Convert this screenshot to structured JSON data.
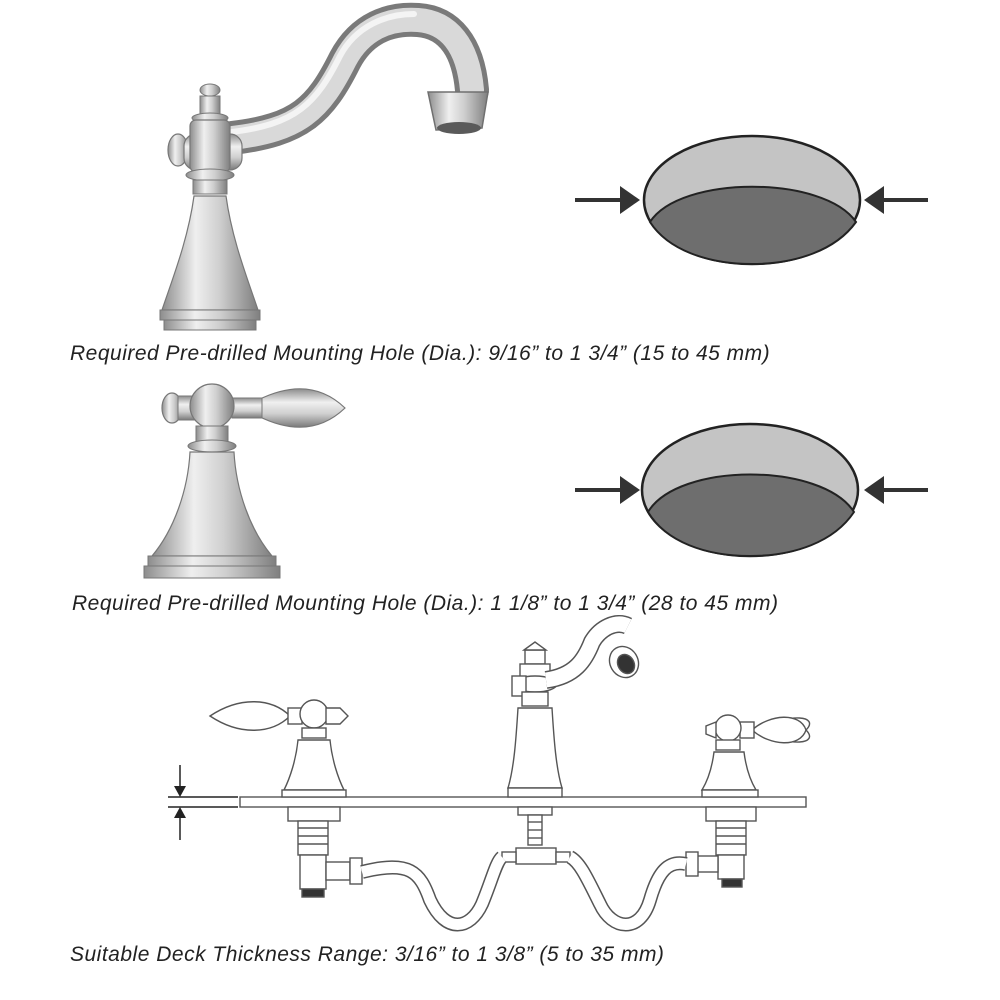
{
  "sections": [
    {
      "id": "spout",
      "caption": "Required Pre-drilled Mounting Hole (Dia.): 9/16” to 1 3/4” (15 to 45 mm)",
      "icon": "spout-icon"
    },
    {
      "id": "handle",
      "caption": "Required Pre-drilled Mounting Hole (Dia.): 1 1/8” to 1 3/4” (28 to 45 mm)",
      "icon": "handle-icon"
    },
    {
      "id": "deck",
      "caption": "Suitable Deck Thickness Range: 3/16” to 1 3/8” (5 to 35 mm)",
      "icon": "installation-diagram-icon"
    }
  ],
  "colors": {
    "hole_top": "#c4c4c4",
    "hole_inner": "#6e6e6e",
    "arrow": "#333333",
    "metal_light": "#e6e6e6",
    "metal_dark": "#8a8a8a",
    "line_art": "#555555"
  }
}
